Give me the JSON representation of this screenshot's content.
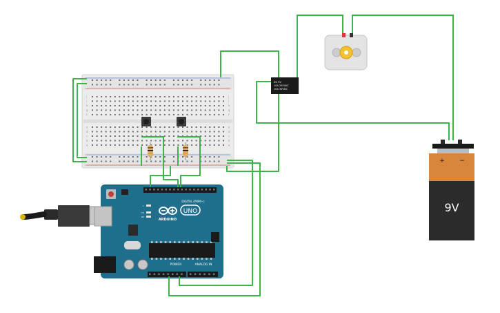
{
  "breadboard": {
    "row_labels": [
      "a",
      "b",
      "c",
      "d",
      "e",
      "f",
      "g",
      "h",
      "i",
      "j"
    ]
  },
  "arduino": {
    "brand": "ARDUINO",
    "model": "UNO",
    "digital_label": "DIGITAL (PWM~)",
    "power_label": "POWER",
    "analog_label": "ANALOG IN",
    "led_labels": [
      "L",
      "TX",
      "RX"
    ]
  },
  "relay": {
    "text_lines": [
      "DC 5V",
      "10A 250VAC",
      "10A 30VDC"
    ]
  },
  "battery": {
    "label": "9V",
    "plus": "+",
    "minus": "−",
    "colors": {
      "top": "#d9863d",
      "body": "#2b2b2b"
    }
  },
  "colors": {
    "wire": "#3cb44b",
    "arduino": "#1f6e8c",
    "breadboard": "#eeeeee"
  }
}
